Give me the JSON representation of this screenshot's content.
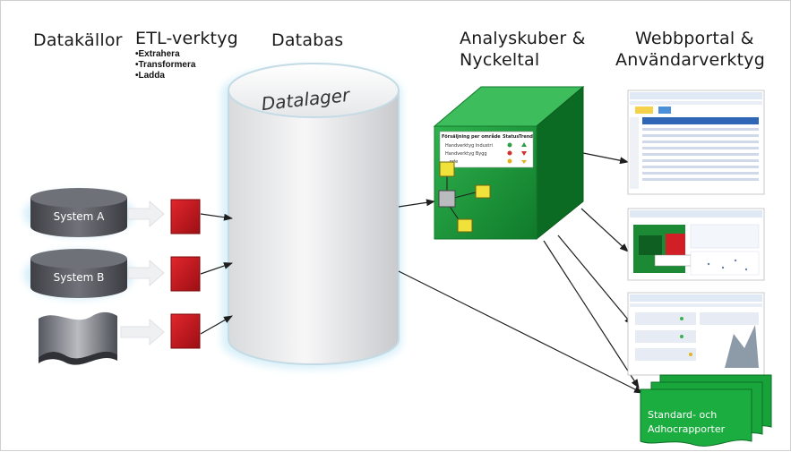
{
  "headers": {
    "sources": "Datakällor",
    "etl": "ETL-verktyg",
    "database": "Databas",
    "cubes_line1": "Analyskuber &",
    "cubes_line2": "Nyckeltal",
    "portal_line1": "Webbportal &",
    "portal_line2": "Användarverktyg"
  },
  "etl_steps": [
    "•Extrahera",
    "•Transformera",
    "•Ladda"
  ],
  "warehouse_label": "Datalager",
  "systems": [
    "System A",
    "System B"
  ],
  "cube_table": {
    "title": "Försäljning per område",
    "col_status": "Status",
    "col_trend": "Trend",
    "rows": [
      "Handverktyg Industri",
      "Handverktyg Bygg",
      "...nde"
    ]
  },
  "reports_label_line1": "Standard- och",
  "reports_label_line2": "Adhocrapporter",
  "colors": {
    "etl_box": "#c8161d",
    "cube_green": "#1f9a3a",
    "cylinder_glow": "#bfe6f5",
    "report_green": "#18a53a",
    "system_disk": "#5a5d63"
  }
}
